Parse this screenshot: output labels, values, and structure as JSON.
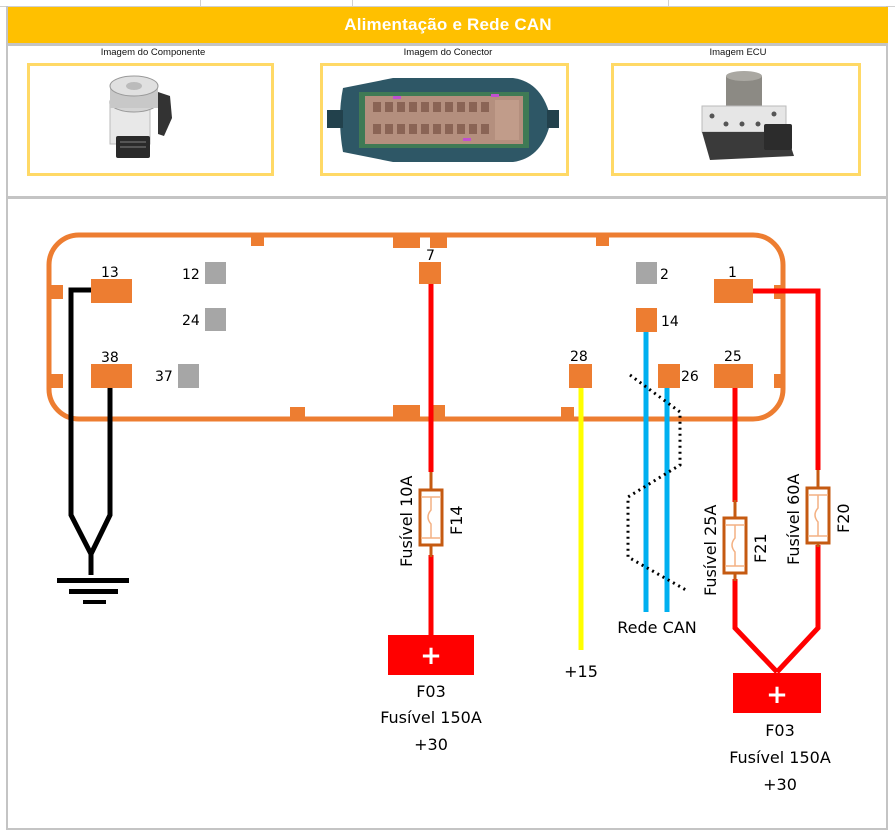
{
  "header": {
    "title": "Alimentação e Rede CAN",
    "title_bg": "#ffc000"
  },
  "images": [
    {
      "caption": "Imagem do Componente",
      "icon": "abs-module-icon"
    },
    {
      "caption": "Imagem do Conector",
      "icon": "connector-icon"
    },
    {
      "caption": "Imagem ECU",
      "icon": "ecu-icon"
    }
  ],
  "colors": {
    "connector": "#ed7d31",
    "inactive_pin": "#a6a6a6",
    "power_wire": "#ff0000",
    "ground_wire": "#000000",
    "ignition_wire": "#ffff00",
    "can_wire": "#00b0f0",
    "fuse": "#c55a11"
  },
  "connector": {
    "pins": [
      {
        "id": "13",
        "label": "13",
        "state": "active"
      },
      {
        "id": "38",
        "label": "38",
        "state": "active"
      },
      {
        "id": "12",
        "label": "12",
        "state": "inactive"
      },
      {
        "id": "24",
        "label": "24",
        "state": "inactive"
      },
      {
        "id": "37",
        "label": "37",
        "state": "inactive"
      },
      {
        "id": "7",
        "label": "7",
        "state": "active"
      },
      {
        "id": "28",
        "label": "28",
        "state": "active"
      },
      {
        "id": "2",
        "label": "2",
        "state": "inactive"
      },
      {
        "id": "14",
        "label": "14",
        "state": "active"
      },
      {
        "id": "26",
        "label": "26",
        "state": "active"
      },
      {
        "id": "1",
        "label": "1",
        "state": "active"
      },
      {
        "id": "25",
        "label": "25",
        "state": "active"
      }
    ]
  },
  "fuses": [
    {
      "id": "F14",
      "rating": "Fusível 10A",
      "pin": "7"
    },
    {
      "id": "F21",
      "rating": "Fusível 25A",
      "pin": "25"
    },
    {
      "id": "F20",
      "rating": "Fusível 60A",
      "pin": "1"
    }
  ],
  "supplies": [
    {
      "name": "F03",
      "rating": "Fusível 150A",
      "line": "+30",
      "symbol": "+"
    },
    {
      "name": "F03",
      "rating": "Fusível 150A",
      "line": "+30",
      "symbol": "+"
    }
  ],
  "ignition": {
    "label": "+15",
    "pin": "28"
  },
  "can": {
    "label": "Rede CAN",
    "pins": [
      "14",
      "26"
    ]
  },
  "ground": {
    "pins": [
      "13",
      "38"
    ]
  }
}
